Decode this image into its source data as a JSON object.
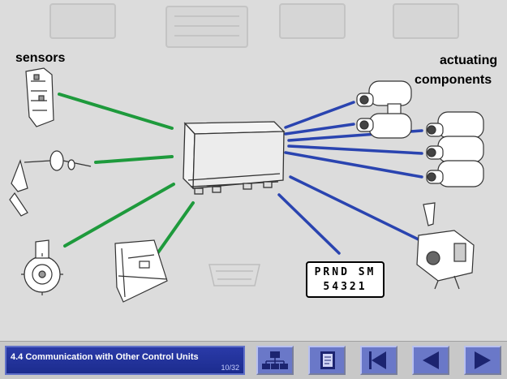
{
  "diagram": {
    "sensors_label": "sensors",
    "actuating_label_line1": "actuating",
    "actuating_label_line2": "components",
    "gear_line1": "PRND SM",
    "gear_line2": "54321",
    "sensor_line_color": "#1e9a3c",
    "actuator_line_color": "#2a44b0"
  },
  "toolbar": {
    "title": "4.4 Communication with Other Control Units",
    "page": "10/32",
    "buttons": [
      {
        "icon": "network-icon"
      },
      {
        "icon": "book-icon"
      },
      {
        "icon": "first-page-icon"
      },
      {
        "icon": "previous-page-icon"
      },
      {
        "icon": "next-page-icon"
      }
    ]
  }
}
